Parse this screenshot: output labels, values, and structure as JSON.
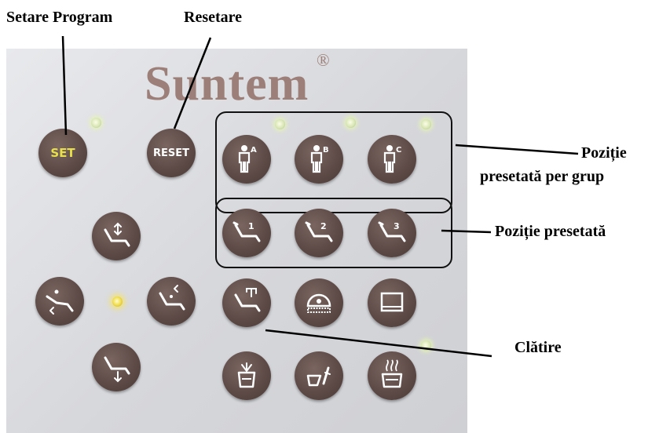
{
  "brand": {
    "name": "Suntem",
    "mark": "®"
  },
  "labels": {
    "set_program": "Setare Program",
    "reset": "Resetare",
    "group_preset_line1": "Poziție",
    "group_preset_line2": "presetată per grup",
    "preset": "Poziție presetată",
    "rinse": "Clătire"
  },
  "buttons": {
    "set": "SET",
    "reset": "RESET",
    "group_a": "A",
    "group_b": "B",
    "group_c": "C",
    "preset_1": "1",
    "preset_2": "2",
    "preset_3": "3"
  },
  "colors": {
    "button": "#5e4b47",
    "set_text": "#e8e04a",
    "brand": "#9b7f78"
  }
}
